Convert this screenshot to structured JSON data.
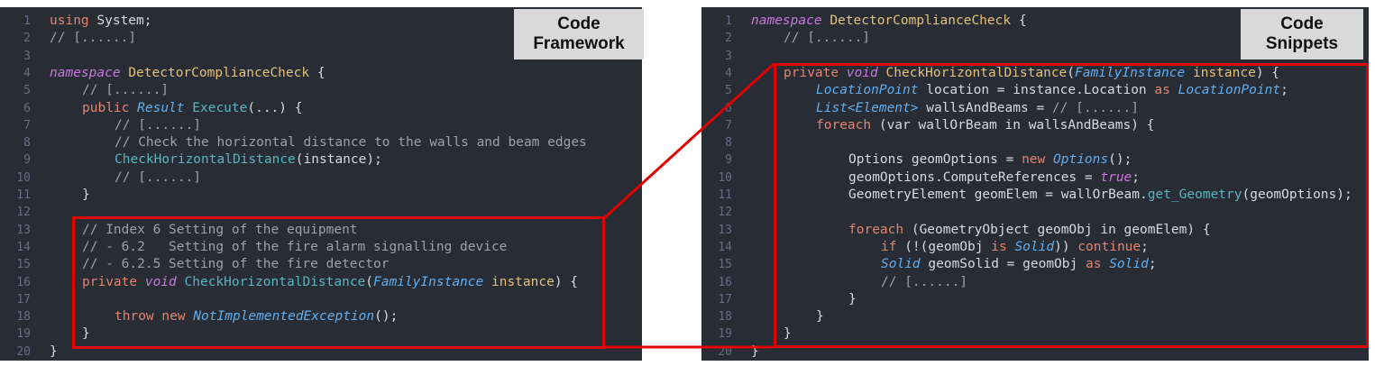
{
  "left_panel": {
    "badge": "Code\nFramework",
    "lines": [
      {
        "n": "1",
        "indent": 0,
        "tokens": [
          [
            "kw",
            "using"
          ],
          [
            "pl",
            " System;"
          ]
        ]
      },
      {
        "n": "2",
        "indent": 0,
        "tokens": [
          [
            "cm",
            "// [......]"
          ]
        ]
      },
      {
        "n": "3",
        "indent": 0,
        "tokens": []
      },
      {
        "n": "4",
        "indent": 0,
        "tokens": [
          [
            "kwi",
            "namespace"
          ],
          [
            "pl",
            " "
          ],
          [
            "nm",
            "DetectorComplianceCheck"
          ],
          [
            "pl",
            " {"
          ]
        ]
      },
      {
        "n": "5",
        "indent": 1,
        "tokens": [
          [
            "cm",
            "// [......]"
          ]
        ]
      },
      {
        "n": "6",
        "indent": 1,
        "tokens": [
          [
            "kw",
            "public"
          ],
          [
            "pl",
            " "
          ],
          [
            "ty",
            "Result"
          ],
          [
            "pl",
            " "
          ],
          [
            "fn",
            "Execute"
          ],
          [
            "pl",
            "(...) {"
          ]
        ]
      },
      {
        "n": "7",
        "indent": 2,
        "tokens": [
          [
            "cm",
            "// [......]"
          ]
        ]
      },
      {
        "n": "8",
        "indent": 2,
        "tokens": [
          [
            "cm",
            "// Check the horizontal distance to the walls and beam edges"
          ]
        ]
      },
      {
        "n": "9",
        "indent": 2,
        "tokens": [
          [
            "fn",
            "CheckHorizontalDistance"
          ],
          [
            "pl",
            "(instance);"
          ]
        ]
      },
      {
        "n": "10",
        "indent": 2,
        "tokens": [
          [
            "cm",
            "// [......]"
          ]
        ]
      },
      {
        "n": "11",
        "indent": 1,
        "tokens": [
          [
            "pl",
            "}"
          ]
        ]
      },
      {
        "n": "12",
        "indent": 0,
        "tokens": []
      },
      {
        "n": "13",
        "indent": 1,
        "tokens": [
          [
            "cm",
            "// Index 6 Setting of the equipment"
          ]
        ]
      },
      {
        "n": "14",
        "indent": 1,
        "tokens": [
          [
            "cm",
            "// - 6.2   Setting of the fire alarm signalling device"
          ]
        ]
      },
      {
        "n": "15",
        "indent": 1,
        "tokens": [
          [
            "cm",
            "// - 6.2.5 Setting of the fire detector"
          ]
        ]
      },
      {
        "n": "16",
        "indent": 1,
        "tokens": [
          [
            "kw",
            "private"
          ],
          [
            "pl",
            " "
          ],
          [
            "kwi",
            "void"
          ],
          [
            "pl",
            " "
          ],
          [
            "fn",
            "CheckHorizontalDistance"
          ],
          [
            "pl",
            "("
          ],
          [
            "ty",
            "FamilyInstance"
          ],
          [
            "pl",
            " "
          ],
          [
            "nm",
            "instance"
          ],
          [
            "pl",
            ") {"
          ]
        ]
      },
      {
        "n": "17",
        "indent": 0,
        "tokens": []
      },
      {
        "n": "18",
        "indent": 2,
        "tokens": [
          [
            "kw",
            "throw"
          ],
          [
            "pl",
            " "
          ],
          [
            "kw",
            "new"
          ],
          [
            "pl",
            " "
          ],
          [
            "ty",
            "NotImplementedException"
          ],
          [
            "pl",
            "();"
          ]
        ]
      },
      {
        "n": "19",
        "indent": 1,
        "tokens": [
          [
            "pl",
            "}"
          ]
        ]
      },
      {
        "n": "20",
        "indent": 0,
        "tokens": [
          [
            "pl",
            "}"
          ]
        ]
      }
    ]
  },
  "right_panel": {
    "badge": "Code\nSnippets",
    "lines": [
      {
        "n": "1",
        "indent": 0,
        "tokens": [
          [
            "kwi",
            "namespace"
          ],
          [
            "pl",
            " "
          ],
          [
            "nm",
            "DetectorComplianceCheck"
          ],
          [
            "pl",
            " {"
          ]
        ]
      },
      {
        "n": "2",
        "indent": 1,
        "tokens": [
          [
            "cm",
            "// [......]"
          ]
        ]
      },
      {
        "n": "3",
        "indent": 0,
        "tokens": []
      },
      {
        "n": "4",
        "indent": 1,
        "tokens": [
          [
            "kw",
            "private"
          ],
          [
            "pl",
            " "
          ],
          [
            "kwi",
            "void"
          ],
          [
            "pl",
            " "
          ],
          [
            "nm",
            "CheckHorizontalDistance"
          ],
          [
            "pl",
            "("
          ],
          [
            "ty",
            "FamilyInstance"
          ],
          [
            "pl",
            " "
          ],
          [
            "nm",
            "instance"
          ],
          [
            "pl",
            ") {"
          ]
        ]
      },
      {
        "n": "5",
        "indent": 2,
        "tokens": [
          [
            "ty",
            "LocationPoint"
          ],
          [
            "pl",
            " location = instance.Location "
          ],
          [
            "kw",
            "as"
          ],
          [
            "pl",
            " "
          ],
          [
            "ty",
            "LocationPoint"
          ],
          [
            "pl",
            ";"
          ]
        ]
      },
      {
        "n": "6",
        "indent": 2,
        "tokens": [
          [
            "ty",
            "List<Element>"
          ],
          [
            "pl",
            " wallsAndBeams = "
          ],
          [
            "cm",
            "// [......]"
          ]
        ]
      },
      {
        "n": "7",
        "indent": 2,
        "tokens": [
          [
            "kw",
            "foreach"
          ],
          [
            "pl",
            " (var wallOrBeam in wallsAndBeams) {"
          ]
        ]
      },
      {
        "n": "8",
        "indent": 0,
        "tokens": []
      },
      {
        "n": "9",
        "indent": 3,
        "tokens": [
          [
            "pl",
            "Options geomOptions = "
          ],
          [
            "kw",
            "new"
          ],
          [
            "pl",
            " "
          ],
          [
            "ty",
            "Options"
          ],
          [
            "pl",
            "();"
          ]
        ]
      },
      {
        "n": "10",
        "indent": 3,
        "tokens": [
          [
            "pl",
            "geomOptions.ComputeReferences = "
          ],
          [
            "kwi",
            "true"
          ],
          [
            "pl",
            ";"
          ]
        ]
      },
      {
        "n": "11",
        "indent": 3,
        "tokens": [
          [
            "pl",
            "GeometryElement geomElem = wallOrBeam."
          ],
          [
            "fn",
            "get_Geometry"
          ],
          [
            "pl",
            "(geomOptions);"
          ]
        ]
      },
      {
        "n": "12",
        "indent": 0,
        "tokens": []
      },
      {
        "n": "13",
        "indent": 3,
        "tokens": [
          [
            "kw",
            "foreach"
          ],
          [
            "pl",
            " (GeometryObject geomObj in geomElem) {"
          ]
        ]
      },
      {
        "n": "14",
        "indent": 4,
        "tokens": [
          [
            "kw",
            "if"
          ],
          [
            "pl",
            " (!(geomObj "
          ],
          [
            "kw",
            "is"
          ],
          [
            "pl",
            " "
          ],
          [
            "ty",
            "Solid"
          ],
          [
            "pl",
            ")) "
          ],
          [
            "kw",
            "continue"
          ],
          [
            "pl",
            ";"
          ]
        ]
      },
      {
        "n": "15",
        "indent": 4,
        "tokens": [
          [
            "ty",
            "Solid"
          ],
          [
            "pl",
            " geomSolid = geomObj "
          ],
          [
            "kw",
            "as"
          ],
          [
            "pl",
            " "
          ],
          [
            "ty",
            "Solid"
          ],
          [
            "pl",
            ";"
          ]
        ]
      },
      {
        "n": "16",
        "indent": 4,
        "tokens": [
          [
            "cm",
            "// [......]"
          ]
        ]
      },
      {
        "n": "17",
        "indent": 3,
        "tokens": [
          [
            "pl",
            "}"
          ]
        ]
      },
      {
        "n": "18",
        "indent": 2,
        "tokens": [
          [
            "pl",
            "}"
          ]
        ]
      },
      {
        "n": "19",
        "indent": 1,
        "tokens": [
          [
            "pl",
            "}"
          ]
        ]
      },
      {
        "n": "20",
        "indent": 0,
        "tokens": [
          [
            "pl",
            "}"
          ]
        ]
      }
    ]
  },
  "colors": {
    "background": "#282c34",
    "highlight": "#e00000",
    "badge_bg": "#d9d9d9"
  }
}
